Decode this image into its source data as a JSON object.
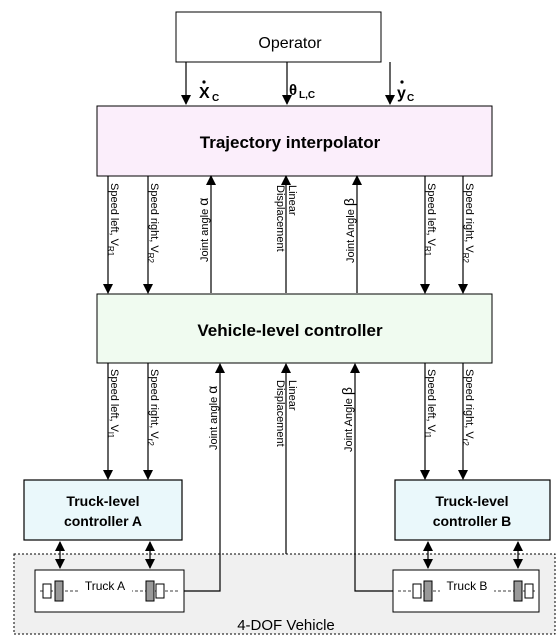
{
  "operator": {
    "label": "Operator"
  },
  "operator_outputs": [
    {
      "id": "x",
      "main": "X",
      "sub": "C",
      "dot": true
    },
    {
      "id": "theta",
      "main": "θ",
      "sub": "L,C",
      "dot": false
    },
    {
      "id": "y",
      "main": "y",
      "sub": "C",
      "dot": true
    }
  ],
  "interpolator": {
    "label": "Trajectory interpolator"
  },
  "vehicle_controller": {
    "label": "Vehicle-level controller"
  },
  "upper_signals": {
    "speed_left_a": "Speed left, V",
    "speed_left_a_sub": "R1",
    "speed_right_a": "Speed right, V",
    "speed_right_a_sub": "R2",
    "joint_alpha": "Joint angle",
    "linear_1": "Linear",
    "linear_2": "Displacement",
    "joint_beta": "Joint Angle",
    "speed_left_b": "Speed left, V",
    "speed_left_b_sub": "R1",
    "speed_right_b": "Speed right, V",
    "speed_right_b_sub": "R2"
  },
  "lower_signals": {
    "speed_left_a": "Speed left, V",
    "speed_left_a_sub": "l1",
    "speed_right_a": "Speed right, V",
    "speed_right_a_sub": "r2",
    "joint_alpha": "Joint angle",
    "linear_1": "Linear",
    "linear_2": "Displacement",
    "joint_beta": "Joint Angle",
    "speed_left_b": "Speed left, V",
    "speed_left_b_sub": "l1",
    "speed_right_b": "Speed right, V",
    "speed_right_b_sub": "r2"
  },
  "greek": {
    "alpha": "α",
    "beta": "β"
  },
  "truck_controller_a": {
    "line1": "Truck-level",
    "line2": "controller A"
  },
  "truck_controller_b": {
    "line1": "Truck-level",
    "line2": "controller B"
  },
  "truck_a": {
    "label": "Truck A"
  },
  "truck_b": {
    "label": "Truck B"
  },
  "vehicle": {
    "label": "4-DOF Vehicle"
  },
  "colors": {
    "interpolator_fill": "#fbeefb",
    "vehicle_controller_fill": "#f0fbf0",
    "truck_controller_fill": "#eaf8fb",
    "vehicle_region_fill": "#f0f0f0",
    "wheel_fill": "#999999",
    "stroke": "#000000"
  }
}
